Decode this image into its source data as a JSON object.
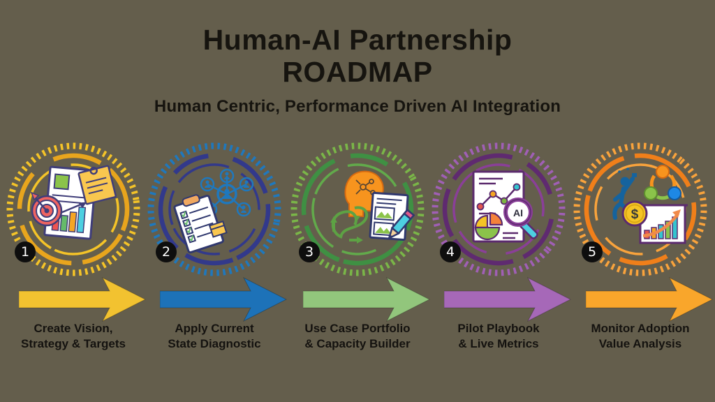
{
  "background_color": "#645e4c",
  "header": {
    "title_line1": "Human-AI Partnership",
    "title_line2": "ROADMAP",
    "subtitle": "Human Centric, Performance Driven AI Integration",
    "text_color": "#16140f"
  },
  "badge_color": "#0e0e0e",
  "stages": [
    {
      "number": "1",
      "label_line1": "Create Vision,",
      "label_line2": "Strategy & Targets",
      "icon": "vision-strategy-report-icon",
      "colors": {
        "ring_outer": "#f5c428",
        "ring_mid": "#e8a51d",
        "ring_inner": "#f5c428",
        "arrow": "#f2c230"
      }
    },
    {
      "number": "2",
      "label_line1": "Apply Current",
      "label_line2": "State Diagnostic",
      "icon": "diagnostic-checklist-network-icon",
      "colors": {
        "ring_outer": "#1f78bd",
        "ring_mid": "#32398b",
        "ring_inner": "#32398b",
        "arrow": "#1d72b8"
      }
    },
    {
      "number": "3",
      "label_line1": "Use Case Portfolio",
      "label_line2": "& Capacity Builder",
      "icon": "idea-head-portfolio-icon",
      "colors": {
        "ring_outer": "#7ab648",
        "ring_mid": "#3f9043",
        "ring_inner": "#62aa4b",
        "arrow": "#92c67c"
      }
    },
    {
      "number": "4",
      "label_line1": "Pilot Playbook",
      "label_line2": "& Live Metrics",
      "icon": "analytics-ai-magnifier-icon",
      "ai_label": "AI",
      "colors": {
        "ring_outer": "#a05fb5",
        "ring_mid": "#5f2a70",
        "ring_inner": "#8a3f98",
        "arrow": "#a668b8"
      }
    },
    {
      "number": "5",
      "label_line1": "Monitor Adoption",
      "label_line2": "Value Analysis",
      "icon": "adoption-value-growth-icon",
      "coin_symbol": "$",
      "colors": {
        "ring_outer": "#f9a33c",
        "ring_mid": "#f07f1a",
        "ring_inner": "#f9a33c",
        "arrow": "#f9a62b"
      }
    }
  ]
}
